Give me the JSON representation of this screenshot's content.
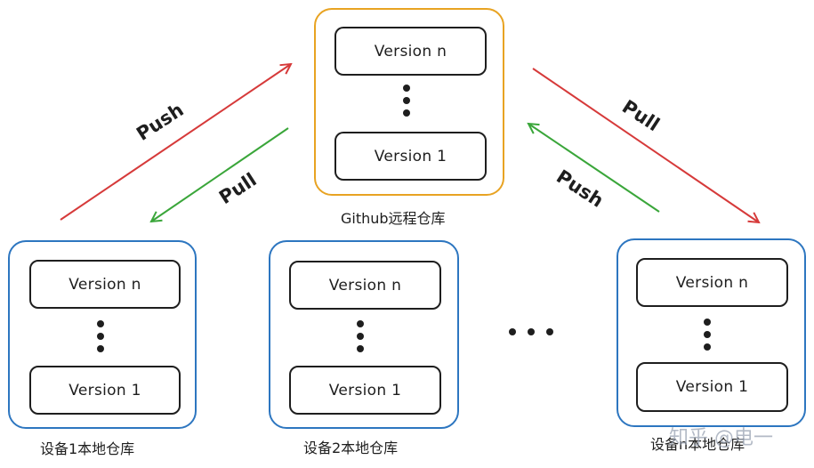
{
  "remote": {
    "caption": "Github远程仓库",
    "version_top": "Version n",
    "version_bottom": "Version 1"
  },
  "locals": [
    {
      "caption": "设备1本地仓库",
      "version_top": "Version n",
      "version_bottom": "Version 1"
    },
    {
      "caption": "设备2本地仓库",
      "version_top": "Version n",
      "version_bottom": "Version 1"
    },
    {
      "caption": "设备n本地仓库",
      "version_top": "Version n",
      "version_bottom": "Version 1"
    }
  ],
  "arrows": {
    "left_push": "Push",
    "left_pull": "Pull",
    "right_pull": "Pull",
    "right_push": "Push"
  },
  "colors": {
    "push_arrow": "#d63a3a",
    "pull_arrow": "#3aa63a",
    "remote_border": "#e8a322",
    "local_border": "#2d76c0"
  },
  "watermark": "知乎 @电一"
}
